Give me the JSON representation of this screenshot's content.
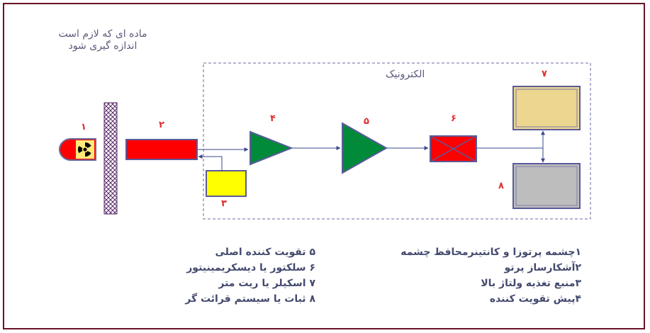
{
  "material_label": [
    "ماده ای که لازم است",
    "اندازه گیری شود"
  ],
  "electronics_label": "الکترونیک",
  "numbers": {
    "n1": "۱",
    "n2": "۲",
    "n3": "۳",
    "n4": "۴",
    "n5": "۵",
    "n6": "۶",
    "n7": "۷",
    "n8": "۸"
  },
  "legend_left": [
    "۵ تقویت کننده اصلی",
    "۶ سلکتور یا دیسکریمینیتور",
    "۷ اسکیلر یا ریت متر",
    "۸ ثبات یا سیستم قرائت گر"
  ],
  "legend_right": [
    "۱چشمه پرتوزا و کانتینرمحافظ چشمه",
    "۲آشکارساز پرتو",
    "۳منبع تغذیه ولتاژ بالا",
    "۴پیش تقویت کننده"
  ],
  "colors": {
    "frame": "#6b1326",
    "detector": "#ff0000",
    "power_supply": "#ffff00",
    "amplifier": "#008a3a",
    "selector": "#ff0000",
    "scaler": "#ecd690",
    "register": "#bdbdbd",
    "numbers": "#e03030",
    "text": "#444a6e"
  },
  "icons": {
    "source": "radiation-icon"
  }
}
